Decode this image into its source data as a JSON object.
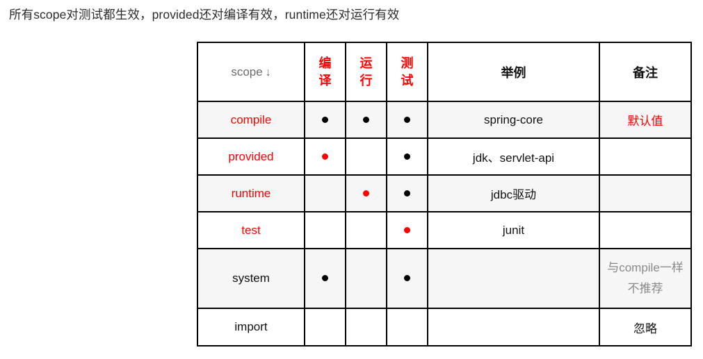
{
  "caption": "所有scope对测试都生效，provided还对编译有效，runtime还对运行有效",
  "colors": {
    "red": "#ff0000",
    "black": "#111111",
    "gray": "#8a8a8a",
    "header_gray": "#6b6b6b",
    "shade_row": "#f6f6f6",
    "border": "#000000"
  },
  "table": {
    "headers": {
      "scope": "scope",
      "scope_arrow": "↓",
      "compile": "编译",
      "runtime": "运行",
      "test": "测试",
      "example": "举例",
      "note": "备注"
    },
    "rows": [
      {
        "scope": "compile",
        "scope_red": true,
        "compile_dot": "black",
        "runtime_dot": "black",
        "test_dot": "black",
        "example": "spring-core",
        "note": "默认值",
        "note_style": "red"
      },
      {
        "scope": "provided",
        "scope_red": true,
        "compile_dot": "red",
        "runtime_dot": "none",
        "test_dot": "black",
        "example": "jdk、servlet-api",
        "note": "",
        "note_style": "black"
      },
      {
        "scope": "runtime",
        "scope_red": true,
        "compile_dot": "none",
        "runtime_dot": "red",
        "test_dot": "black",
        "example": "jdbc驱动",
        "note": "",
        "note_style": "black"
      },
      {
        "scope": "test",
        "scope_red": true,
        "compile_dot": "none",
        "runtime_dot": "none",
        "test_dot": "red",
        "example": "junit",
        "note": "",
        "note_style": "black"
      },
      {
        "scope": "system",
        "scope_red": false,
        "compile_dot": "black",
        "runtime_dot": "none",
        "test_dot": "black",
        "example": "",
        "note": "与compile一样不推荐",
        "note_style": "gray"
      },
      {
        "scope": "import",
        "scope_red": false,
        "compile_dot": "none",
        "runtime_dot": "none",
        "test_dot": "none",
        "example": "",
        "note": "忽略",
        "note_style": "black"
      }
    ]
  }
}
